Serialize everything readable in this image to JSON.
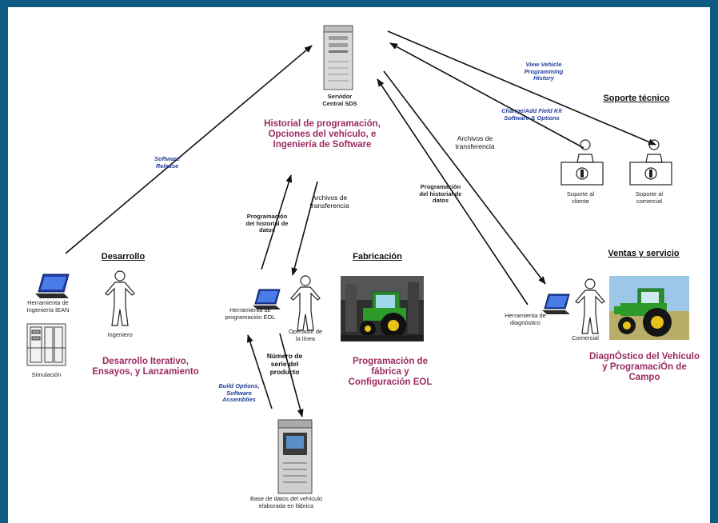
{
  "server": {
    "name_line1": "Servidor",
    "name_line2": "Central SDS",
    "description": "Historial de programación,\nOpciones del vehículo, e\nIngeniería de Software"
  },
  "links": {
    "software_release": "Software\nRelease",
    "view_vehicle": "View Vehicle\nProgramming\nHistory",
    "change_add": "Change/Add Field Kit\nSoftware & Options",
    "archivos_right": "Archivos de\ntransferencia",
    "prog_right": "Programación\ndel historial de\ndatos",
    "archivos_mid": "Archivos de\ntransferencia",
    "prog_mid": "Programación\ndel historial de\ndatos",
    "numero_serie": "Número de\nserie del\nproducto",
    "build_options": "Build Options,\nSoftware\nAssemblies"
  },
  "desarrollo": {
    "heading": "Desarrollo",
    "tool_label": "Herramienta de\nIngeniería IEAN",
    "engineer_label": "Ingeniero",
    "sim_label": "Simulación",
    "description": "Desarrollo Iterativo,\nEnsayos, y Lanzamiento"
  },
  "fabricacion": {
    "heading": "Fabricación",
    "tool_label": "Herramienta de\nprogramación EOL",
    "operator_label": "Operador de\nla línea",
    "description": "Programación de\nfábrica y\nConfiguración EOL",
    "db_label": "Base de datos del vehículo\nelaborada en fábrica"
  },
  "soporte": {
    "heading": "Soporte técnico",
    "client_label": "Soporte al\ncliente",
    "commercial_label": "Soporte al\ncomercial"
  },
  "ventas": {
    "heading": "Ventas y servicio",
    "tool_label": "Herramienta de\ndiagnóstico",
    "dealer_label": "Comercial",
    "description": "DiagnÓstico del Vehículo\ny ProgramaciÓn de\nCampo"
  },
  "colors": {
    "frame": "#0e5a80",
    "accent": "#9b2a5f",
    "link_text": "#1f3f9a"
  },
  "icons": {
    "server": "server-tower-icon",
    "laptop": "laptop-icon",
    "person": "person-outline-icon",
    "support_desk": "help-desk-icon",
    "database": "database-server-icon",
    "simulation": "simulation-rack-icon",
    "tractor": "tractor-photo"
  }
}
